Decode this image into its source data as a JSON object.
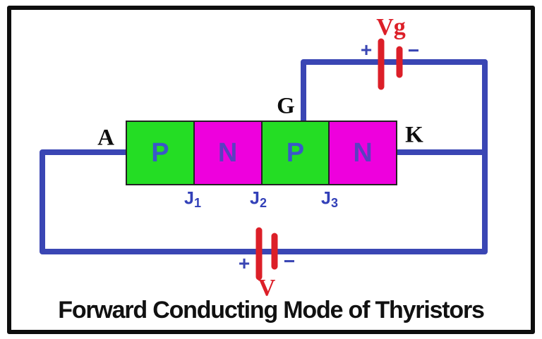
{
  "title": "Forward Conducting Mode of Thyristors",
  "colors": {
    "wire_blue": "#3a46b4",
    "battery_red": "#dc1f28",
    "p_region_green": "#24dd24",
    "n_region_magenta": "#ee00dd",
    "p_letter_blue": "#3a57c8",
    "n_letter_purple": "#5b3fc0",
    "frame_black": "#0e0e0e"
  },
  "device": {
    "segments": [
      {
        "label": "P",
        "type": "P-region"
      },
      {
        "label": "N",
        "type": "N-region"
      },
      {
        "label": "P",
        "type": "P-region"
      },
      {
        "label": "N",
        "type": "N-region"
      }
    ],
    "junctions": [
      {
        "base": "J",
        "sub": "1"
      },
      {
        "base": "J",
        "sub": "2"
      },
      {
        "base": "J",
        "sub": "3"
      }
    ],
    "terminals": {
      "anode": "A",
      "gate": "G",
      "cathode": "K"
    }
  },
  "batteries": {
    "gate": {
      "label": "Vg",
      "plus": "+",
      "minus": "−"
    },
    "main": {
      "label": "V",
      "plus": "+",
      "minus": "−"
    }
  }
}
